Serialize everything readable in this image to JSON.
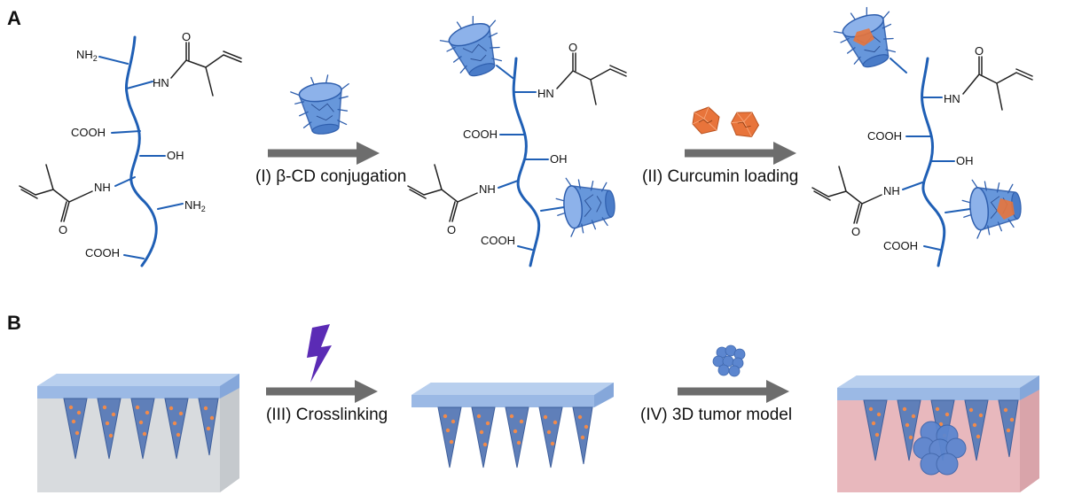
{
  "panels": {
    "a": {
      "label": "A"
    },
    "b": {
      "label": "B"
    }
  },
  "groups": {
    "nh2": "NH",
    "nh2_sub": "2",
    "hn": "HN",
    "nh": "NH",
    "o": "O",
    "cooh": "COOH",
    "oh": "OH"
  },
  "steps": {
    "s1": "(I) β-CD conjugation",
    "s2": "(II) Curcumin loading",
    "s3": "(III) Crosslinking",
    "s4": "(IV) 3D tumor model"
  },
  "colors": {
    "backbone": "#1f5fb5",
    "cyclodextrin": "#5b8fd8",
    "curcumin": "#e8743b",
    "arrow": "#6d6d6d",
    "patch_top": "#a9c3ea",
    "needle": "#5f7fb9",
    "substrate_gray": "#d8dbde",
    "tissue_pink": "#e8b8bd",
    "lightning": "#5b2bb5",
    "spheroid": "#5c86cf"
  },
  "icons": [
    "cyclodextrin-icon",
    "curcumin-icon",
    "lightning-icon",
    "spheroid-icon"
  ]
}
